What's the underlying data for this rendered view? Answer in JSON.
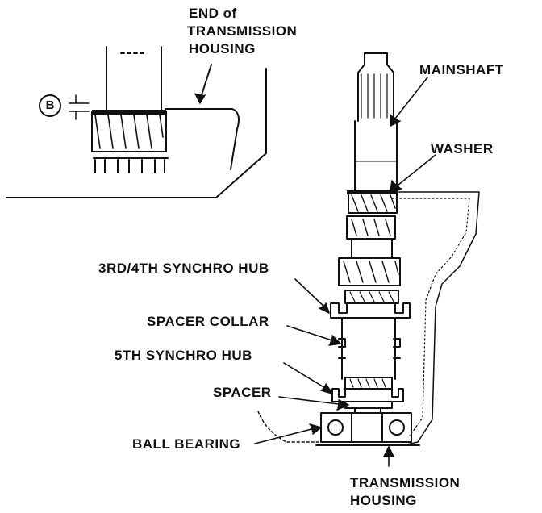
{
  "labels": {
    "end_of_housing": [
      "END of",
      "TRANSMISSION",
      "HOUSING"
    ],
    "mainshaft": "MAINSHAFT",
    "washer": "WASHER",
    "synchro_3rd4th": "3RD/4TH SYNCHRO HUB",
    "spacer_collar": "SPACER COLLAR",
    "synchro_5th": "5TH SYNCHRO HUB",
    "spacer": "SPACER",
    "ball_bearing": "BALL BEARING",
    "transmission_housing": [
      "TRANSMISSION",
      "HOUSING"
    ],
    "callout_b": "B"
  },
  "colors": {
    "ink": "#111111",
    "paper": "#ffffff"
  }
}
